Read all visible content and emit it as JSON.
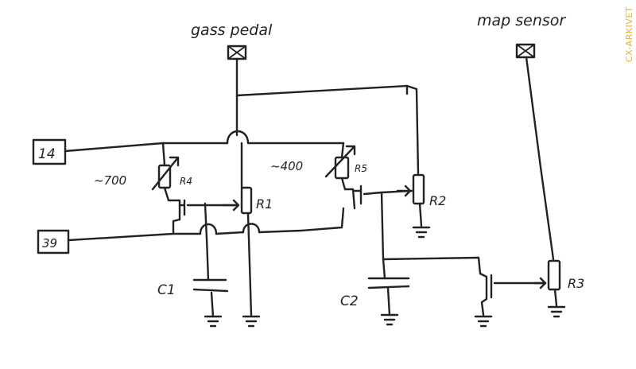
{
  "labels": {
    "gas_pedal": "gass pedal",
    "map_sensor": "map sensor",
    "pin_14": "14",
    "pin_39": "39",
    "r1": "R1",
    "r2": "R2",
    "r3": "R3",
    "r4": "R4",
    "r5": "R5",
    "r4_value": "~700",
    "r5_value": "~400",
    "c1": "C1",
    "c2": "C2"
  },
  "watermark": "CX-ARKIVET"
}
